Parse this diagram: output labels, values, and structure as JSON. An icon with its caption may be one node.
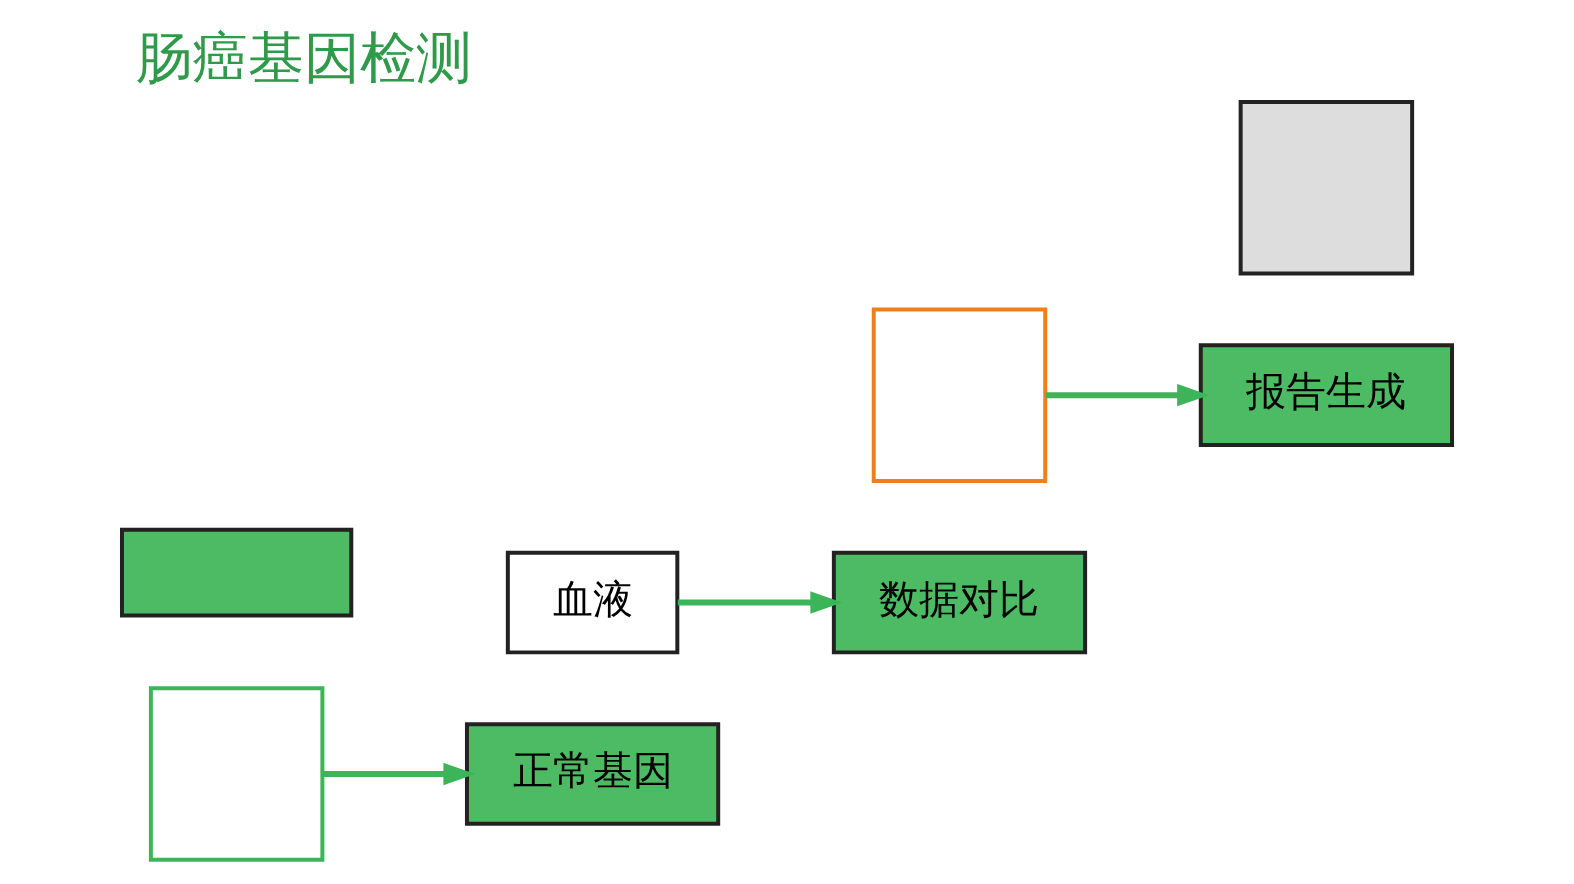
{
  "diagram": {
    "title": "肠癌基因检测",
    "nodes": [
      {
        "text": [],
        "shape": "box"
      },
      {
        "text": [
          "血液"
        ]
      },
      {
        "text": [],
        "shape": "box"
      },
      {
        "text": [],
        "shape": "box"
      },
      {
        "text": [],
        "shape": "box"
      },
      {
        "text": [
          "正常基因"
        ]
      },
      {
        "text": [
          "数据对比"
        ]
      },
      {
        "text": [
          "报告生成"
        ]
      }
    ],
    "edges": [
      {
        "from": 0,
        "to": 5,
        "arrow": "to"
      },
      {
        "from": 1,
        "to": 6,
        "arrow": "to"
      },
      {
        "from": 2,
        "to": 7,
        "arrow": "to"
      }
    ]
  }
}
